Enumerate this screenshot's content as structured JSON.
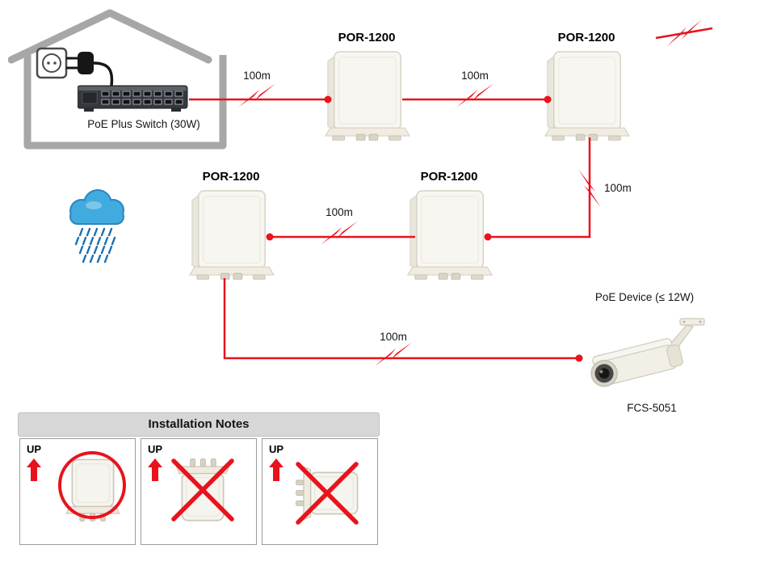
{
  "colors": {
    "line_red": "#e8131c",
    "cloud_blue": "#41aade"
  },
  "topology": {
    "source": {
      "label": "PoE Plus Switch (30W)"
    },
    "repeaters": [
      {
        "label": "POR-1200"
      },
      {
        "label": "POR-1200"
      },
      {
        "label": "POR-1200"
      },
      {
        "label": "POR-1200"
      }
    ],
    "links": [
      {
        "label": "100m"
      },
      {
        "label": "100m"
      },
      {
        "label": "100m"
      },
      {
        "label": "100m"
      },
      {
        "label": "100m"
      }
    ],
    "end_device": {
      "label": "PoE Device (≤ 12W)",
      "model": "FCS-5051"
    }
  },
  "installation_notes": {
    "title": "Installation Notes",
    "cells": [
      {
        "up_label": "UP",
        "orientation": "connectors-down",
        "status": "correct"
      },
      {
        "up_label": "UP",
        "orientation": "connectors-up",
        "status": "wrong"
      },
      {
        "up_label": "UP",
        "orientation": "connectors-sideways",
        "status": "wrong"
      }
    ]
  }
}
